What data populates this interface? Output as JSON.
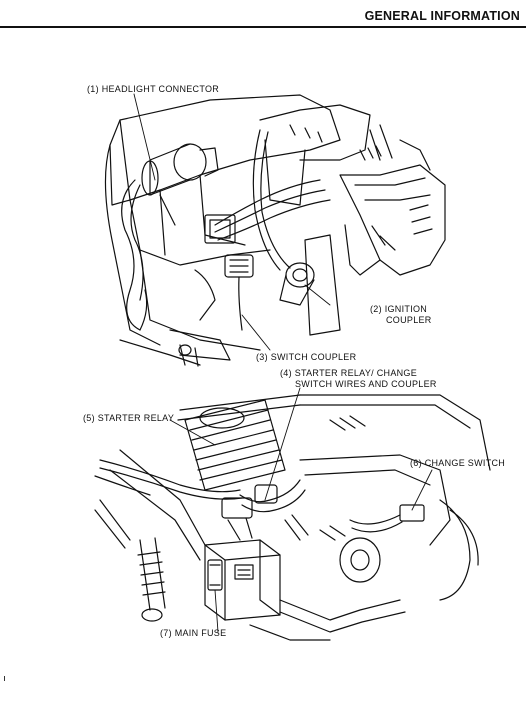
{
  "header": {
    "title": "GENERAL INFORMATION"
  },
  "labels": {
    "headlight_connector": "(1) HEADLIGHT CONNECTOR",
    "ignition_coupler_1": "(2) IGNITION",
    "ignition_coupler_2": "COUPLER",
    "switch_coupler": "(3) SWITCH COUPLER",
    "starter_relay_wires_1": "(4) STARTER RELAY/ CHANGE",
    "starter_relay_wires_2": "SWITCH WIRES AND COUPLER",
    "starter_relay": "(5) STARTER RELAY",
    "change_switch": "(6) CHANGE SWITCH",
    "main_fuse": "(7) MAIN FUSE"
  }
}
